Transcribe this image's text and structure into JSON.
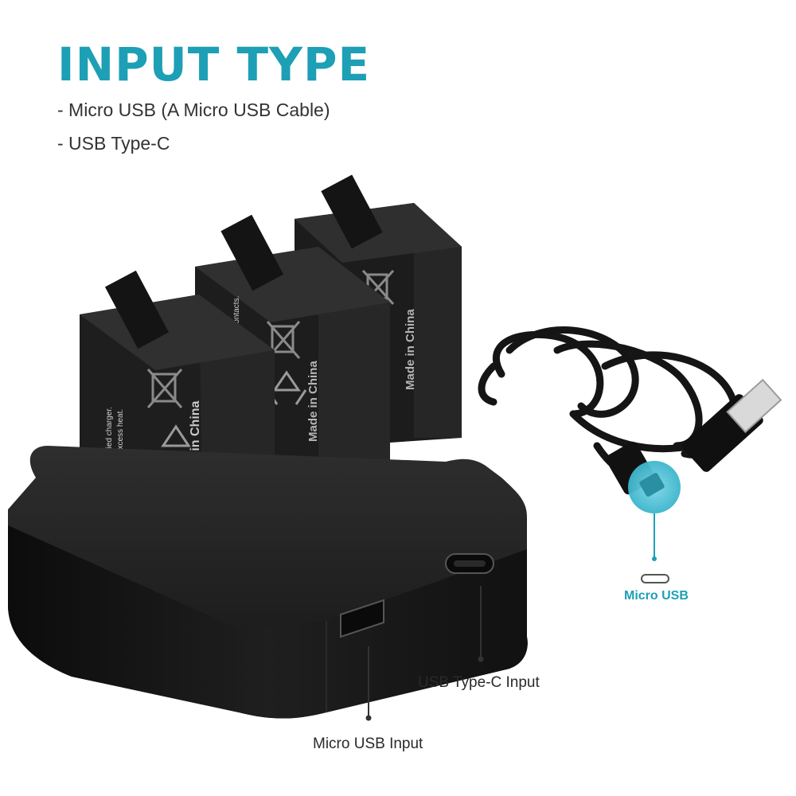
{
  "heading": "INPUT TYPE",
  "specs": [
    "- Micro USB (A Micro USB Cable)",
    "- USB Type-C"
  ],
  "callouts": {
    "typec_input": "USB Type-C Input",
    "micro_usb_input": "Micro USB Input",
    "cable_connector": "Micro USB"
  },
  "battery_print": {
    "made_in": "Made in China",
    "warning": "ly with specified charger.",
    "warning2": "ose to excess heat.",
    "warning3": "cuit contacts."
  },
  "colors": {
    "accent": "#1d9fb6",
    "body_text": "#333333",
    "charger": "#1e1e1e"
  },
  "icons": [
    "recycle-icon",
    "crossed-bin-icon",
    "usb-c-port-icon",
    "micro-usb-port-icon"
  ]
}
